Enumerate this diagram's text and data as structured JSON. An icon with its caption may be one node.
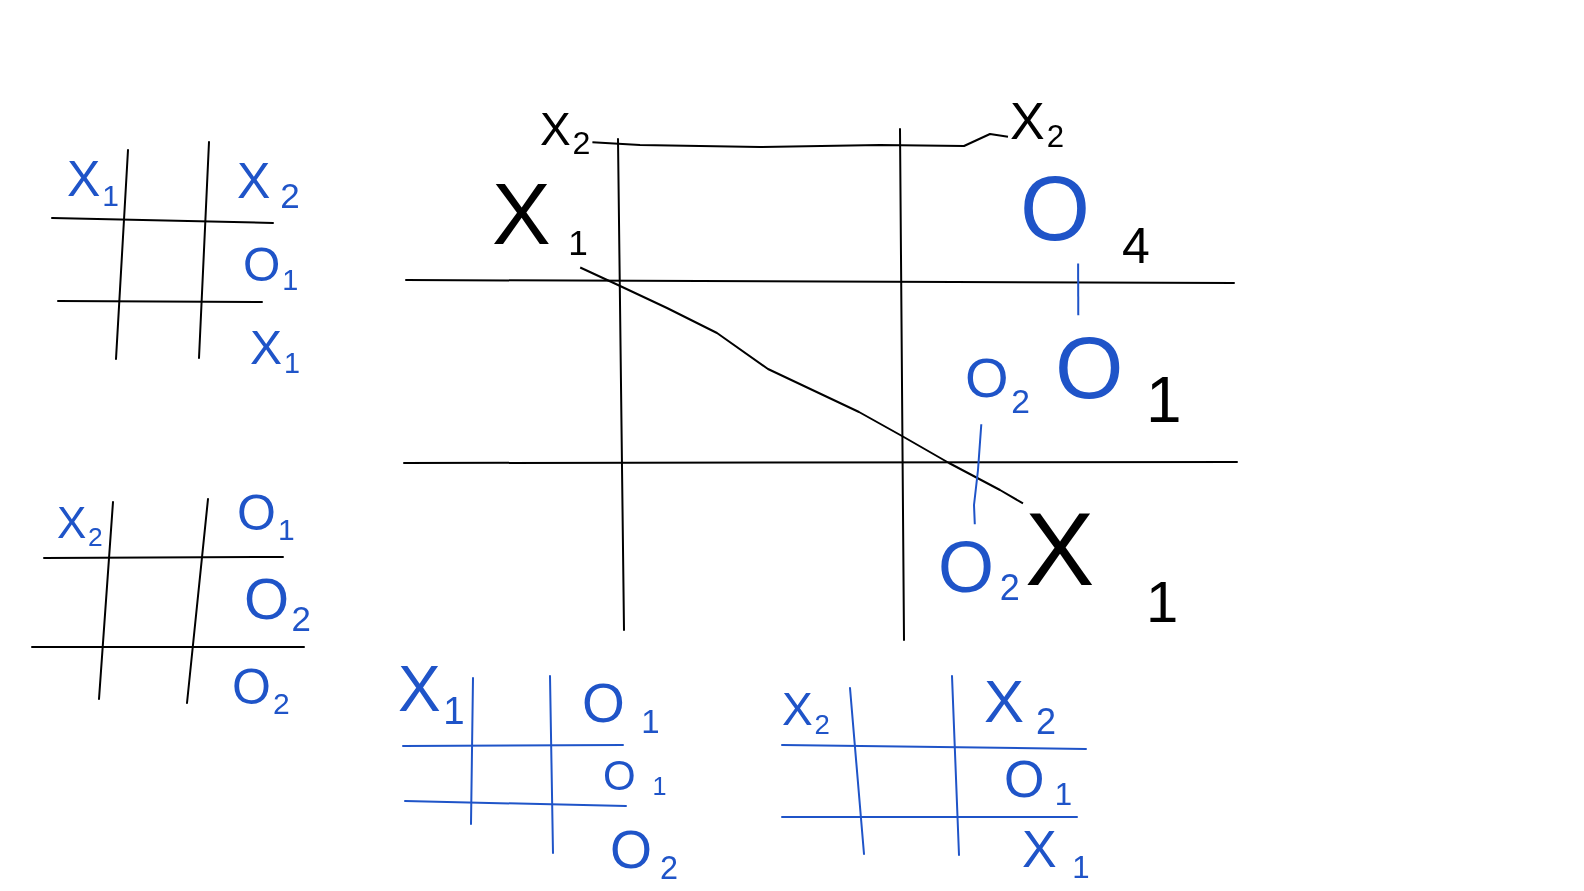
{
  "diagram": {
    "nodes": [
      {
        "text": [
          "X$_{2}$"
        ]
      },
      {
        "text": [
          "X$_{2}$"
        ]
      },
      {
        "text": [
          "X$_{1}$"
        ]
      },
      {
        "text": [
          "O"
        ],
        "beside": [
          "4"
        ]
      },
      {
        "text": [
          "O"
        ],
        "beside": [
          "1"
        ]
      },
      {
        "text": [
          "O$_{2}$"
        ]
      },
      {
        "text": [
          "O$_{2}$"
        ]
      },
      {
        "text": [
          "X"
        ],
        "beside": [
          "1"
        ]
      }
    ],
    "edges": [
      {
        "from": 0,
        "to": 1,
        "arrow": "none"
      },
      {
        "from": 2,
        "to": 7,
        "arrow": "none"
      },
      {
        "from": 3,
        "to": 4,
        "arrow": "none",
        "color": "#1f54c8"
      },
      {
        "from": 5,
        "to": 6,
        "arrow": "none",
        "color": "#1f54c8"
      }
    ],
    "labels": [
      "X$_{1}$",
      "X$_{2}$",
      "O$_{1}$",
      "X$_{1}$",
      "X$_{2}$",
      "O$_{1}$",
      "O$_{2}$",
      "O$_{2}$",
      "X$_{1}$",
      "O$_{1}$",
      "O$_{1}$",
      "O$_{2}$",
      "X$_{2}$",
      "X$_{2}$",
      "O$_{1}$",
      "X$_{1}$"
    ]
  }
}
